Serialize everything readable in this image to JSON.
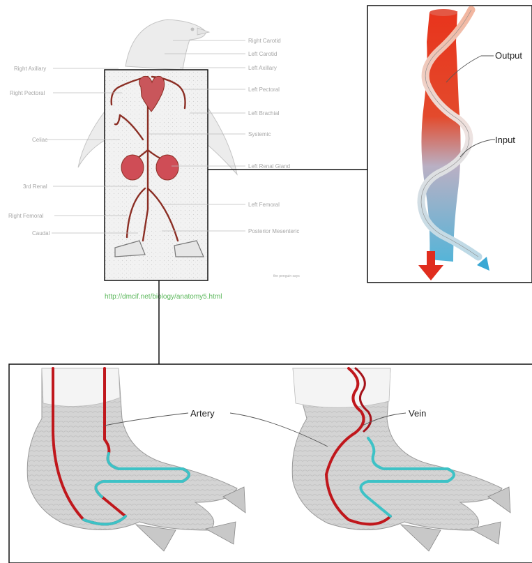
{
  "diagram": {
    "penguin_labels_left": [
      "Right Axillary",
      "Right Pectoral",
      "Celiac",
      "3rd Renal",
      "Right Femoral",
      "Caudal"
    ],
    "penguin_labels_right": [
      "Right Carotid",
      "Left Carotid",
      "Left Axillary",
      "Left Pectoral",
      "Left Brachial",
      "Systemic",
      "Left Renal Gland",
      "Left Femoral",
      "Posterior Mesenteric"
    ],
    "source_url": "http://dmcif.net/biology/anatomy5.html",
    "credit": "the penguin says",
    "exchanger_labels": {
      "output": "Output",
      "input": "Input"
    },
    "feet_labels": {
      "artery": "Artery",
      "vein": "Vein"
    },
    "colors": {
      "artery": "#c0171c",
      "hot": "#e8341c",
      "cold": "#55b4d8",
      "vein": "#3ec2c6",
      "pale_vessel": "#f4c8b6",
      "link": "#5cb85c"
    },
    "icons": [
      "penguin-outline",
      "heart",
      "kidneys",
      "down-arrow",
      "up-arrow",
      "penguin-foot"
    ]
  }
}
